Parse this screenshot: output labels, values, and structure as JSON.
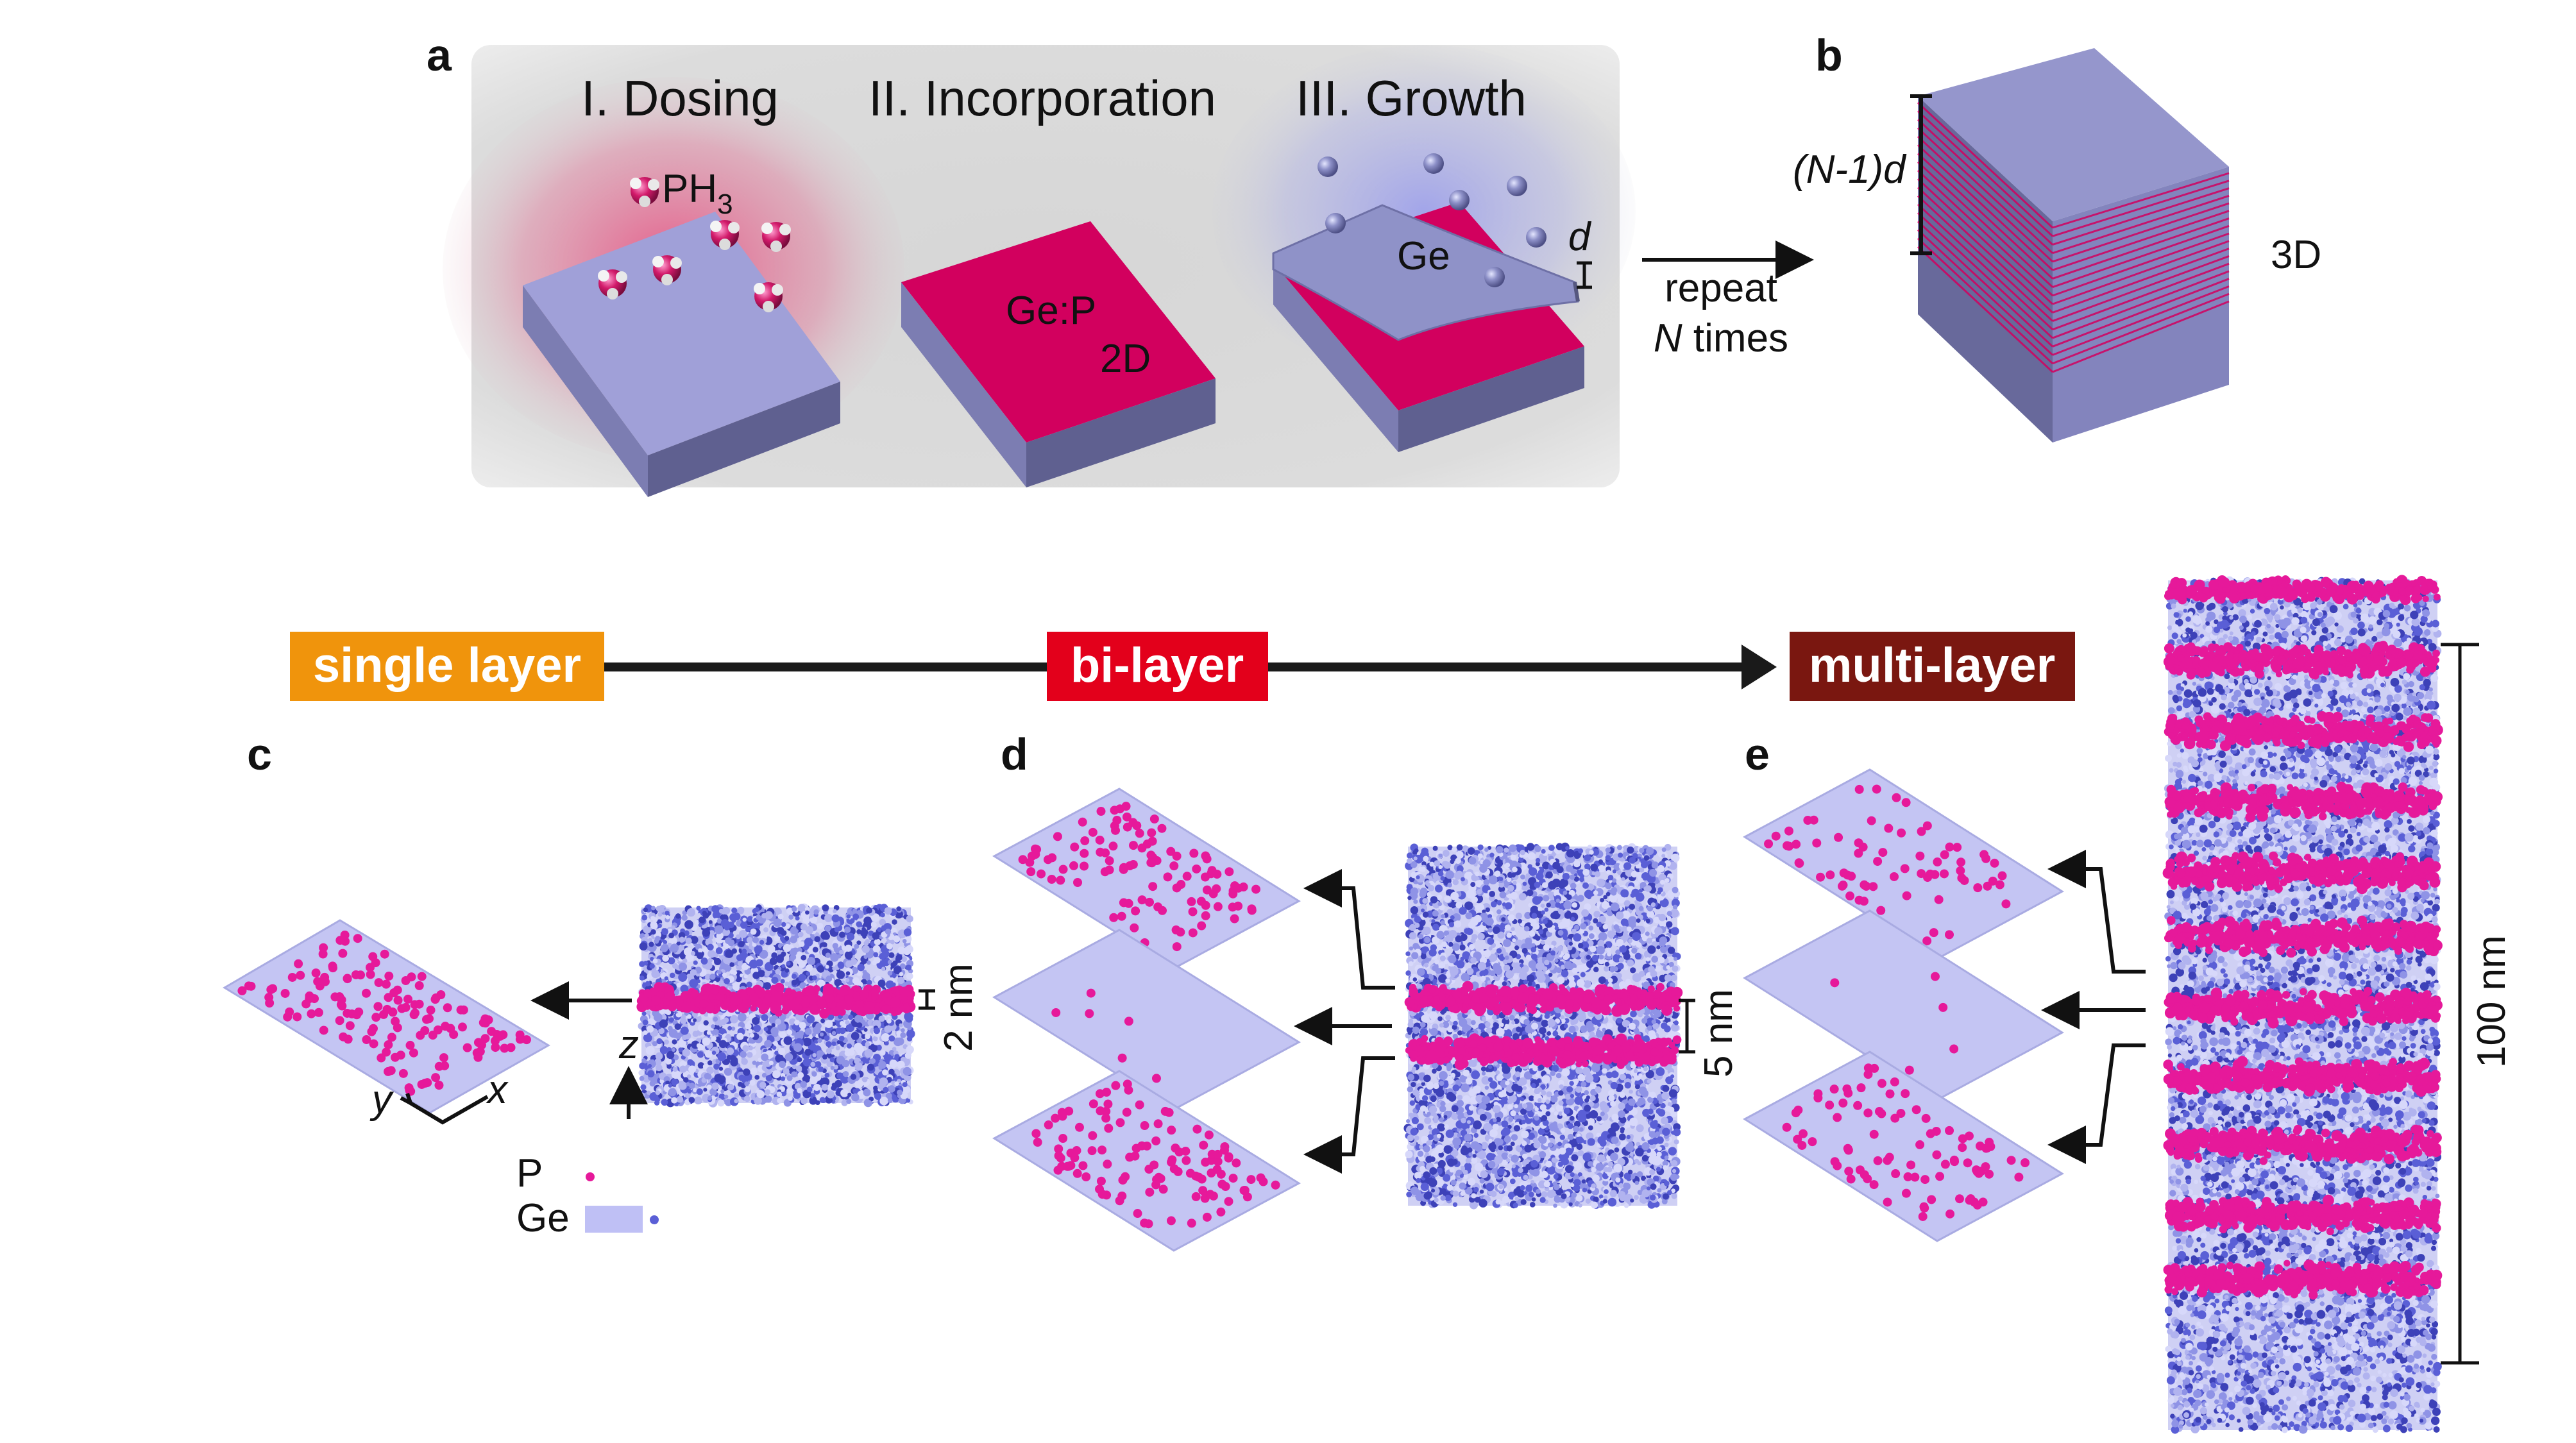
{
  "panel_a": {
    "letter": "a",
    "stage1": "I. Dosing",
    "stage2": "II. Incorporation",
    "stage3": "III. Growth",
    "molecule": "PH",
    "molecule_sub": "3",
    "layer_label": "Ge:P",
    "layer_dim": "2D",
    "overlayer": "Ge",
    "thickness_symbol": "d",
    "arrow_line1": "repeat",
    "arrow_line2_italic": "N",
    "arrow_line2_rest": " times"
  },
  "panel_b": {
    "letter": "b",
    "stack_height_label": "(N-1)d",
    "dimension": "3D"
  },
  "timeline": {
    "single": "single layer",
    "bi": "bi-layer",
    "multi": "multi-layer",
    "colors": {
      "single": "#f0940c",
      "bi": "#e3001b",
      "multi": "#7a1710"
    }
  },
  "panel_c": {
    "letter": "c",
    "scale": "2 nm",
    "axis_z": "z",
    "axis_y": "y",
    "axis_x": "x",
    "legend_p": "P",
    "legend_ge": "Ge"
  },
  "panel_d": {
    "letter": "d",
    "scale": "5 nm"
  },
  "panel_e": {
    "letter": "e",
    "scale": "100 nm"
  },
  "colors": {
    "p": "#e6199a",
    "ge_sheet": "#bfc0f5",
    "ge_atom": "#5a5fd6",
    "block_top": "#9a9ad0",
    "block_front": "#6b6b9a",
    "block_side": "#7e80b4"
  }
}
